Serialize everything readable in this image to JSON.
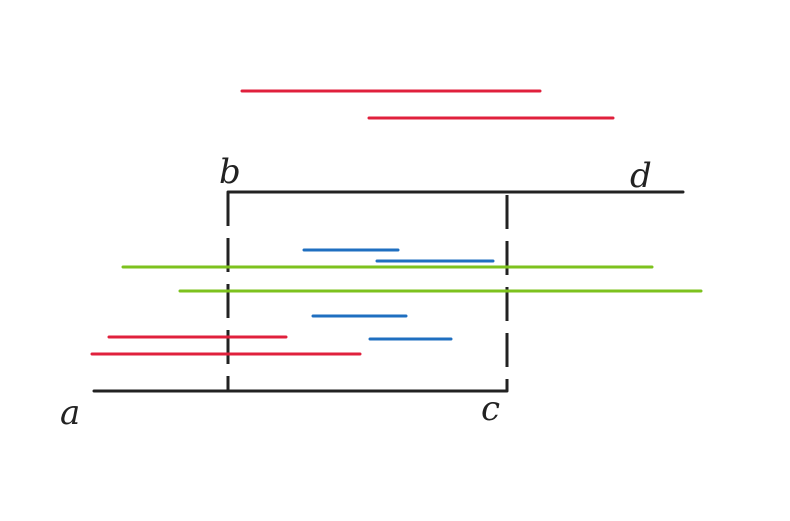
{
  "labels": {
    "a": "a",
    "b": "b",
    "c": "c",
    "d": "d"
  },
  "colors": {
    "frame": "#222222",
    "red": "#e0203c",
    "green": "#7dc21e",
    "blue": "#1f6fc0"
  },
  "segment_groups": [
    {
      "color": "red",
      "count": 4
    },
    {
      "color": "green",
      "count": 2
    },
    {
      "color": "blue",
      "count": 4
    }
  ]
}
